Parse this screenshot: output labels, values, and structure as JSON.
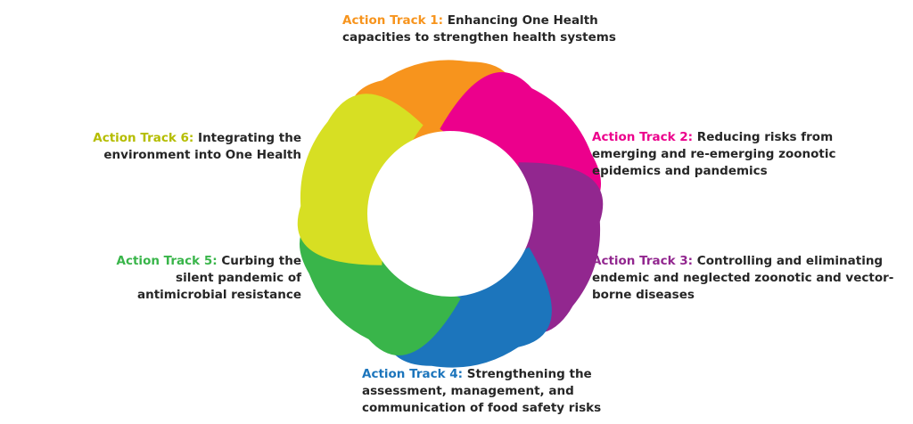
{
  "colors": {
    "track1": "#F7941D",
    "track2": "#EC008C",
    "track3": "#92278F",
    "track4": "#1C75BC",
    "track5": "#39B54A",
    "track6": "#D7DF23",
    "label_track6": "#B5BD00",
    "text": "#262626"
  },
  "tracks": [
    {
      "id": "t1",
      "prefix": "Action Track 1:",
      "lines": [
        "Enhancing One Health",
        "capacities to strengthen health systems"
      ]
    },
    {
      "id": "t2",
      "prefix": "Action Track 2:",
      "lines": [
        "Reducing risks from",
        "emerging and re-emerging zoonotic",
        "epidemics and pandemics"
      ]
    },
    {
      "id": "t3",
      "prefix": "Action Track 3:",
      "lines": [
        "Controlling and eliminating",
        "endemic and neglected zoonotic and vector-",
        "borne diseases"
      ]
    },
    {
      "id": "t4",
      "prefix": "Action Track 4:",
      "lines": [
        "Strengthening the",
        "assessment, management, and",
        "communication of food safety risks"
      ]
    },
    {
      "id": "t5",
      "prefix": "Action Track 5:",
      "lines": [
        "Curbing the",
        "silent pandemic of",
        "antimicrobial resistance"
      ]
    },
    {
      "id": "t6",
      "prefix": "Action Track 6:",
      "lines": [
        "Integrating the",
        "environment into One Health"
      ]
    }
  ]
}
